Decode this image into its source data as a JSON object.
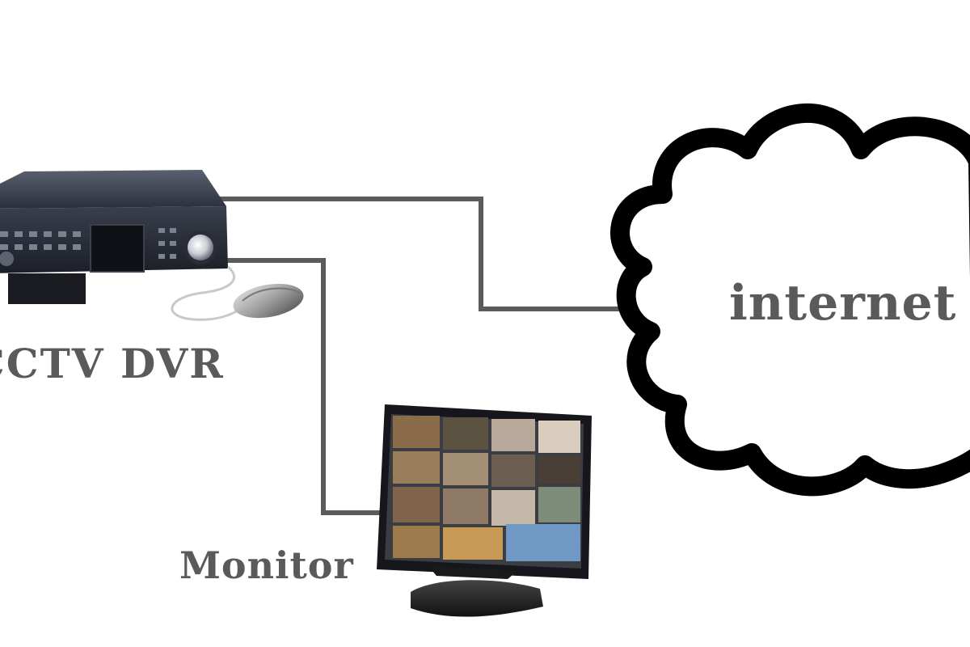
{
  "nodes": {
    "dvr": {
      "label": "CCTV DVR"
    },
    "monitor": {
      "label": "Monitor"
    },
    "internet": {
      "label": "internet"
    }
  },
  "colors": {
    "cable": "#5b5b5b",
    "cloud_stroke": "#000000",
    "label": "#5a5a5a",
    "device_body": "#2b2f3a"
  },
  "edges": [
    {
      "from": "dvr",
      "to": "internet"
    },
    {
      "from": "dvr",
      "to": "monitor"
    },
    {
      "from": "dvr",
      "to": "mouse"
    }
  ]
}
